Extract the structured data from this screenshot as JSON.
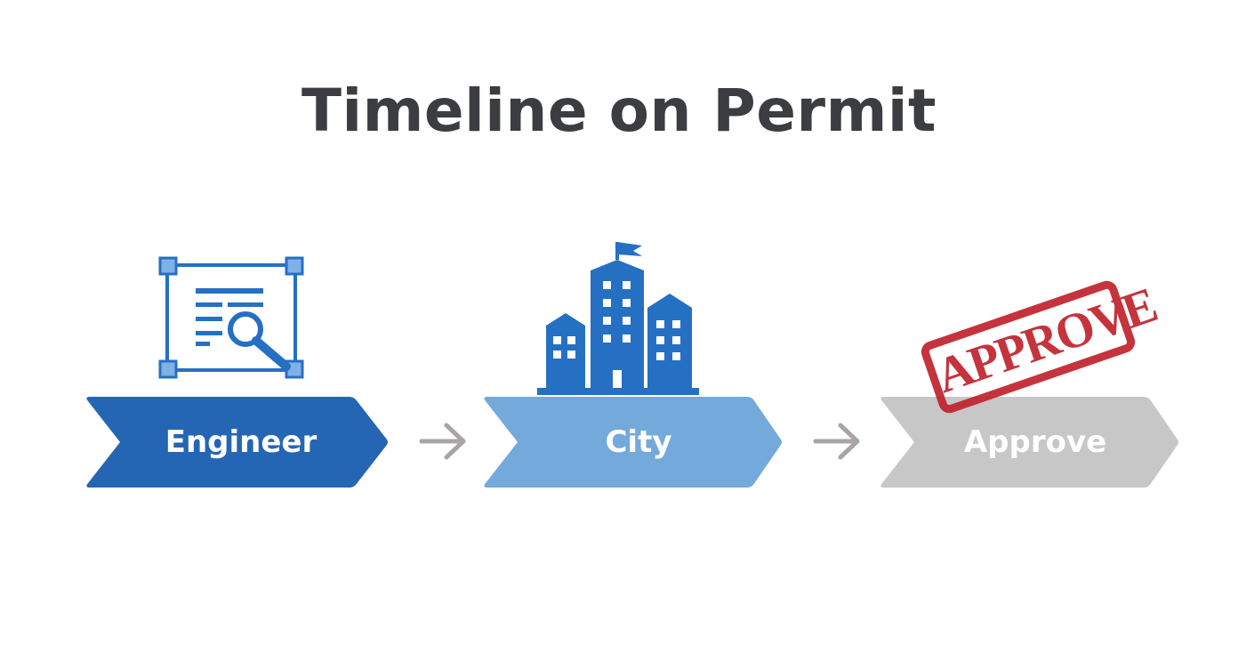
{
  "title": "Timeline on Permit",
  "stages": [
    {
      "label": "Engineer",
      "icon": "document-search-icon",
      "color": "#2466b3"
    },
    {
      "label": "City",
      "icon": "city-buildings-icon",
      "color": "#74a9dc"
    },
    {
      "label": "Approve",
      "icon": "approve-stamp",
      "color": "#c7c7c7"
    }
  ],
  "stamp_text": "APPROVE",
  "colors": {
    "title": "#3c3d41",
    "arrow": "#a9a4a6",
    "stamp": "#c1242f",
    "icon_blue": "#2570c3"
  }
}
